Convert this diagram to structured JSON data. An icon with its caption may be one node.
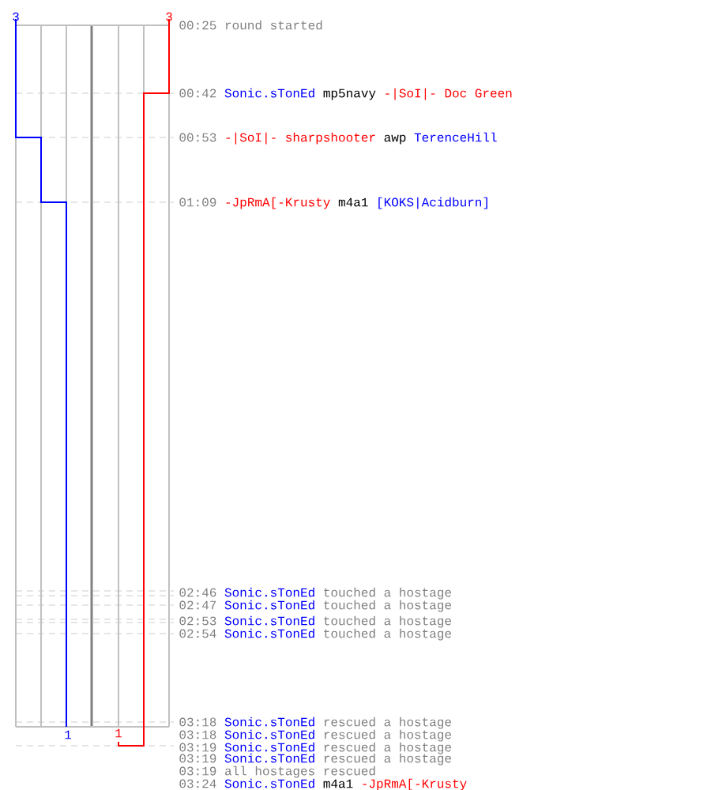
{
  "diagram": {
    "labels": [
      "3",
      "3",
      "00:25",
      "round started",
      "00:42",
      "Sonic.sTonEd",
      "mp5navy",
      "-|SoI|- Doc Green",
      "00:53",
      "-|SoI|- sharpshooter",
      "awp",
      "TerenceHill",
      "01:09",
      "-JpRmA[-Krusty",
      "m4a1",
      "[KOKS|Acidburn]",
      "02:46",
      "Sonic.sTonEd",
      "touched a hostage",
      "02:47",
      "Sonic.sTonEd",
      "touched a hostage",
      "02:53",
      "Sonic.sTonEd",
      "touched a hostage",
      "02:54",
      "Sonic.sTonEd",
      "touched a hostage",
      "03:18",
      "Sonic.sTonEd",
      "rescued a hostage",
      "03:18",
      "Sonic.sTonEd",
      "rescued a hostage",
      "03:19",
      "Sonic.sTonEd",
      "rescued a hostage",
      "03:19",
      "Sonic.sTonEd",
      "rescued a hostage",
      "03:19",
      "all hostages rescued",
      "03:24",
      "Sonic.sTonEd",
      "m4a1",
      "-JpRmA[-Krusty",
      "1",
      "1"
    ]
  }
}
